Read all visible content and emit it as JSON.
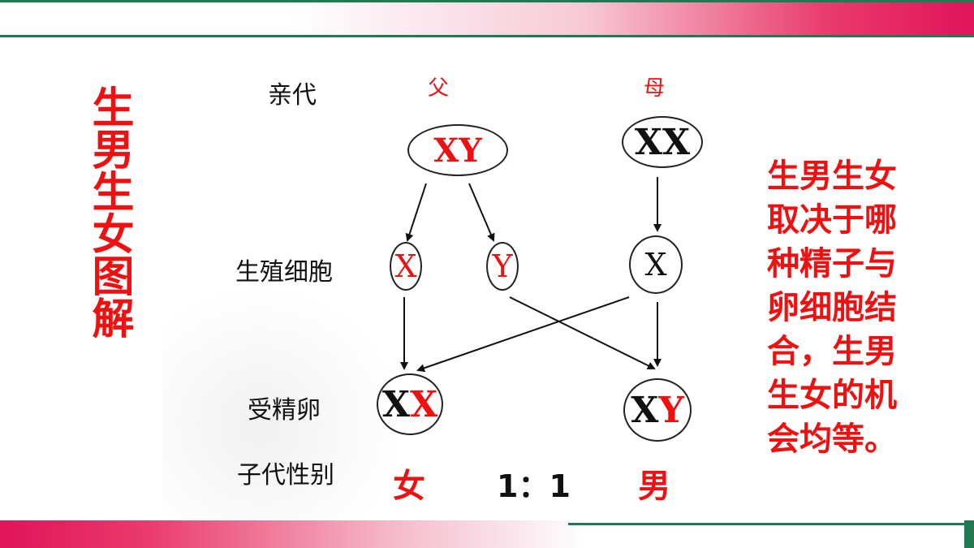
{
  "title": "生男生女图解",
  "rows": {
    "parents": "亲代",
    "gametes": "生殖细胞",
    "zygote": "受精卵",
    "offspring": "子代性别"
  },
  "parents": {
    "father_label": "父",
    "mother_label": "母"
  },
  "father_genotype": {
    "first": "X",
    "second": "Y"
  },
  "mother_genotype": {
    "first": "X",
    "second": "X"
  },
  "gametes": {
    "sperm_x": "X",
    "sperm_y": "Y",
    "egg_x": "X"
  },
  "zygotes": {
    "female": {
      "first": "X",
      "second": "X"
    },
    "male": {
      "first": "X",
      "second": "Y"
    }
  },
  "offspring": {
    "female": "女",
    "ratio": "1：1",
    "male": "男"
  },
  "explanation": "生男生女取决于哪种精子与卵细胞结合，生男生女的机会均等。",
  "colors": {
    "accent_red": "#ee1111",
    "band_pink": "#e0145a",
    "band_green": "#1f7a54"
  }
}
